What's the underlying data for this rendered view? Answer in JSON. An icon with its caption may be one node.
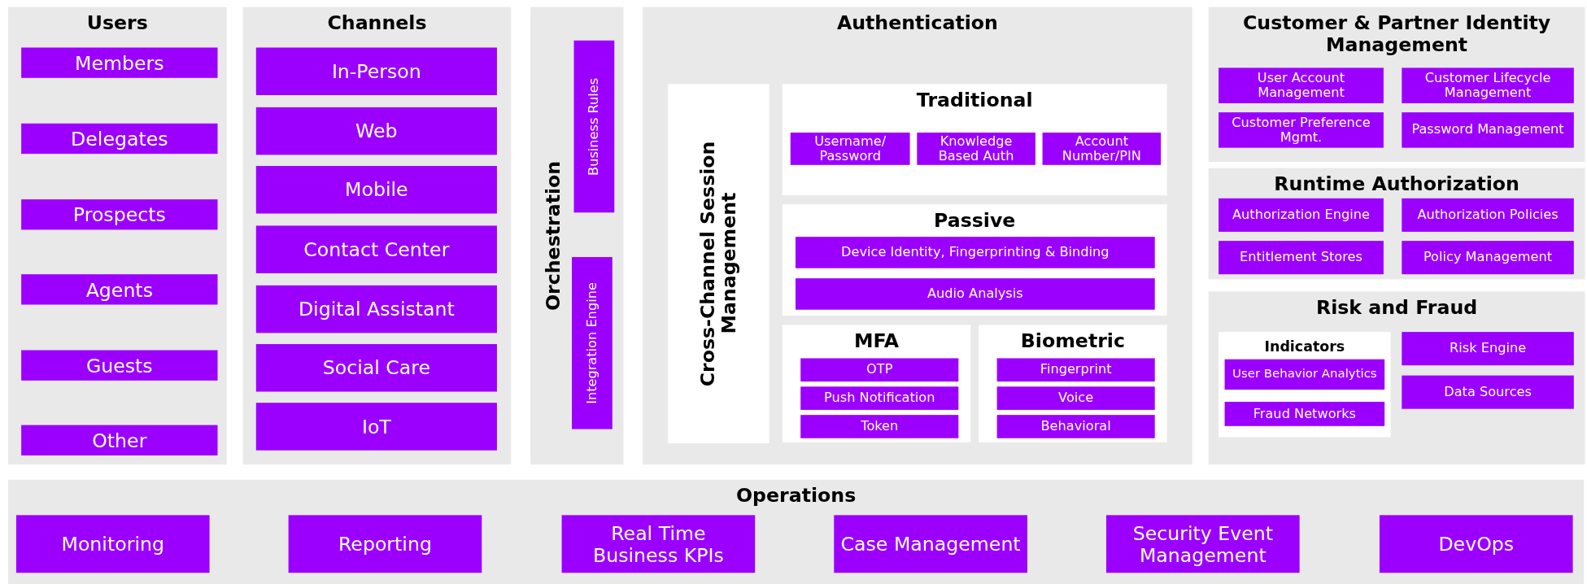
{
  "diagram": {
    "nodes": [
      {
        "text": [
          "Users"
        ]
      },
      {
        "text": [
          "Members"
        ],
        "in": 0
      },
      {
        "text": [
          "Delegates"
        ],
        "in": 0
      },
      {
        "text": [
          "Prospects"
        ],
        "in": 0
      },
      {
        "text": [
          "Agents"
        ],
        "in": 0
      },
      {
        "text": [
          "Guests"
        ],
        "in": 0
      },
      {
        "text": [
          "Other"
        ],
        "in": 0
      },
      {
        "text": [
          "Channels"
        ]
      },
      {
        "text": [
          "In-Person"
        ],
        "in": 7
      },
      {
        "text": [
          "Web"
        ],
        "in": 7
      },
      {
        "text": [
          "Mobile"
        ],
        "in": 7
      },
      {
        "text": [
          "Contact Center"
        ],
        "in": 7
      },
      {
        "text": [
          "Digital Assistant"
        ],
        "in": 7
      },
      {
        "text": [
          "Social Care"
        ],
        "in": 7
      },
      {
        "text": [
          "IoT"
        ],
        "in": 7
      },
      {
        "text": [
          "Orchestration"
        ]
      },
      {
        "text": [
          "Business Rules"
        ],
        "in": 15
      },
      {
        "text": [
          "Integration Engine"
        ],
        "in": 15
      },
      {
        "text": [
          "Authentication"
        ]
      },
      {
        "text": [
          "Cross-Channel Session Management"
        ],
        "in": 18
      },
      {
        "text": [
          "Traditional"
        ],
        "in": 18
      },
      {
        "text": [
          "Username/ Password"
        ],
        "in": 20
      },
      {
        "text": [
          "Knowledge Based Auth"
        ],
        "in": 20
      },
      {
        "text": [
          "Account Number/PIN"
        ],
        "in": 20
      },
      {
        "text": [
          "Passive"
        ],
        "in": 18
      },
      {
        "text": [
          "Device Identity, Fingerprinting & Binding"
        ],
        "in": 24
      },
      {
        "text": [
          "Audio Analysis"
        ],
        "in": 24
      },
      {
        "text": [
          "MFA"
        ],
        "in": 18
      },
      {
        "text": [
          "OTP"
        ],
        "in": 27
      },
      {
        "text": [
          "Push Notification"
        ],
        "in": 27
      },
      {
        "text": [
          "Token"
        ],
        "in": 27
      },
      {
        "text": [
          "Biometric"
        ],
        "in": 18
      },
      {
        "text": [
          "Fingerprint"
        ],
        "in": 31
      },
      {
        "text": [
          "Voice"
        ],
        "in": 31
      },
      {
        "text": [
          "Behavioral"
        ],
        "in": 31
      },
      {
        "text": [
          "Customer & Partner Identity Management"
        ]
      },
      {
        "text": [
          "User Account Management"
        ],
        "in": 35
      },
      {
        "text": [
          "Customer Lifecycle Management"
        ],
        "in": 35
      },
      {
        "text": [
          "Customer Preference Mgmt."
        ],
        "in": 35
      },
      {
        "text": [
          "Password Management"
        ],
        "in": 35
      },
      {
        "text": [
          "Runtime Authorization"
        ]
      },
      {
        "text": [
          "Authorization Engine"
        ],
        "in": 40
      },
      {
        "text": [
          "Authorization Policies"
        ],
        "in": 40
      },
      {
        "text": [
          "Entitlement Stores"
        ],
        "in": 40
      },
      {
        "text": [
          "Policy Management"
        ],
        "in": 40
      },
      {
        "text": [
          "Risk and Fraud"
        ]
      },
      {
        "text": [
          "Indicators"
        ],
        "in": 45
      },
      {
        "text": [
          "User Behavior Analytics"
        ],
        "in": 46
      },
      {
        "text": [
          "Fraud Networks"
        ],
        "in": 46
      },
      {
        "text": [
          "Risk Engine"
        ],
        "in": 45
      },
      {
        "text": [
          "Data Sources"
        ],
        "in": 45
      },
      {
        "text": [
          "Operations"
        ]
      },
      {
        "text": [
          "Monitoring"
        ],
        "in": 51
      },
      {
        "text": [
          "Reporting"
        ],
        "in": 51
      },
      {
        "text": [
          "Real Time Business KPIs"
        ],
        "in": 51
      },
      {
        "text": [
          "Case Management"
        ],
        "in": 51
      },
      {
        "text": [
          "Security Event Management"
        ],
        "in": 51
      },
      {
        "text": [
          "DevOps"
        ],
        "in": 51
      }
    ]
  }
}
